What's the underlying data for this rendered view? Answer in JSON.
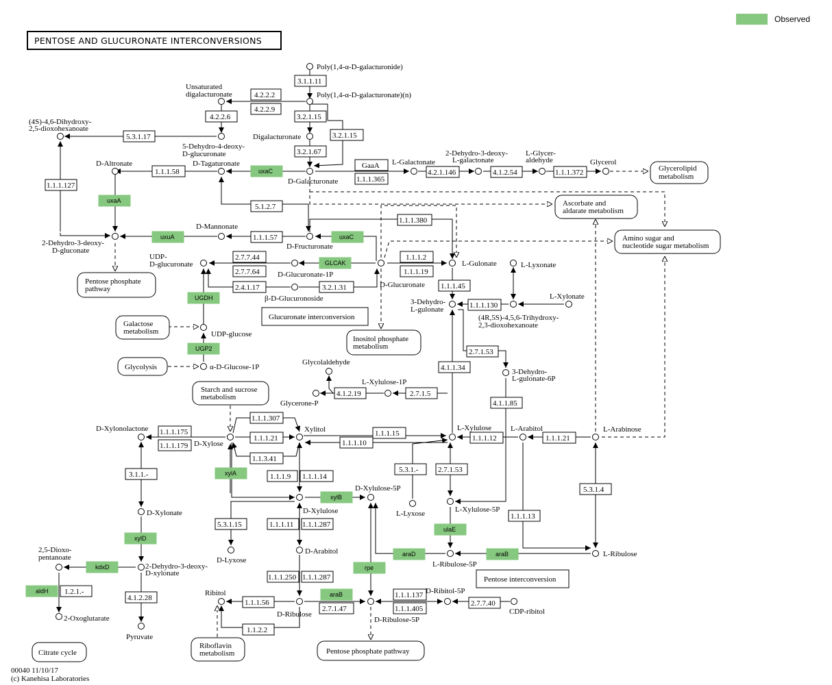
{
  "title": "PENTOSE AND GLUCURONATE INTERCONVERSIONS",
  "legend": {
    "label": "Observed",
    "color": "#86c87f"
  },
  "footer": {
    "id": "00040 11/10/17",
    "copyright": "(c) Kanehisa Laboratories"
  },
  "compounds": {
    "poly_gal": "Poly(1,4-α-D-galacturonide)",
    "poly_gal_n": "Poly(1,4-α-D-galacturonate)(n)",
    "unsat_1": "Unsaturated",
    "unsat_2": "digalacturonate",
    "digalact": "Digalacturonate",
    "dihydroxy_1": "(4S)-4,6-Dihydroxy-",
    "dihydroxy_2": "2,5-dioxohexanoate",
    "dehydro_deoxy_gluc_1": "5-Dehydro-4-deoxy-",
    "dehydro_deoxy_gluc_2": "D-glucuronate",
    "d_altronate": "D-Altronate",
    "d_tagaturonate": "D-Tagaturonate",
    "d_galacturonate": "D-Galacturonate",
    "l_galactonate": "L-Galactonate",
    "dh_deoxy_lgal_1": "2-Dehydro-3-deoxy-",
    "dh_deoxy_lgal_2": "L-galactonate",
    "l_glycer_1": "L-Glycer-",
    "l_glycer_2": "aldehyde",
    "glycerol": "Glycerol",
    "d_mannonate": "D-Mannonate",
    "dh_deoxy_dgluc_1": "2-Dehydro-3-deoxy-",
    "dh_deoxy_dgluc_2": "D-gluconate",
    "d_fructuronate": "D-Fructuronate",
    "udp_gluc_1": "UDP-",
    "udp_gluc_2": "D-glucuronate",
    "d_glucuronate_1p": "D-Glucuronate-1P",
    "b_d_glucuronoside": "β-D-Glucuronoside",
    "d_glucuronate": "D-Glucuronate",
    "l_gulonate": "L-Gulonate",
    "l_lyxonate": "L-Lyxonate",
    "l_xylonate": "L-Xylonate",
    "dh_lgul_1": "3-Dehydro-",
    "dh_lgul_2": "L-gulonate",
    "trihydroxy_1": "(4R,5S)-4,5,6-Trihydroxy-",
    "trihydroxy_2": "2,3-dioxohexanoate",
    "udp_glucose": "UDP-glucose",
    "a_d_glucose_1p": "α-D-Glucose-1P",
    "glycolaldehyde": "Glycolaldehyde",
    "l_xylulose_1p": "L-Xylulose-1P",
    "glycerone_p": "Glycerone-P",
    "dh_lgul6p_1": "3-Dehydro-",
    "dh_lgul6p_2": "L-gulonate-6P",
    "d_xylonolactone": "D-Xylonolactone",
    "d_xylose": "D-Xylose",
    "xylitol": "Xylitol",
    "l_xylulose": "L-Xylulose",
    "l_arabitol": "L-Arabitol",
    "l_arabinose": "L-Arabinose",
    "d_xylonate": "D-Xylonate",
    "d_xylulose_5p": "D-Xylulose-5P",
    "d_xylulose": "D-Xylulose",
    "l_lyxose": "L-Lyxose",
    "l_xylulose_5p": "L-Xylulose-5P",
    "d_lyxose": "D-Lyxose",
    "d_arabitol": "D-Arabitol",
    "dioxo_1": "2,5-Dioxo-",
    "dioxo_2": "pentanoate",
    "dh_deoxy_dxyl_1": "2-Dehydro-3-deoxy-",
    "dh_deoxy_dxyl_2": "D-xylonate",
    "l_ribulose_5p": "L-Ribulose-5P",
    "l_ribulose": "L-Ribulose",
    "two_oxoglutarate": "2-Oxoglutarate",
    "pyruvate": "Pyruvate",
    "ribitol": "Ribitol",
    "d_ribulose": "D-Ribulose",
    "d_ribitol_5p": "D-Ribitol-5P",
    "cdp_ribitol": "CDP-ribitol",
    "d_ribulose_5p": "D-Ribulose-5P"
  },
  "enzymes": {
    "e3_1_1_11": "3.1.1.11",
    "e4_2_2_2": "4.2.2.2",
    "e4_2_2_9": "4.2.2.9",
    "e4_2_2_6": "4.2.2.6",
    "e3_2_1_15a": "3.2.1.15",
    "e3_2_1_15b": "3.2.1.15",
    "e3_2_1_67": "3.2.1.67",
    "e5_3_1_17": "5.3.1.17",
    "e1_1_1_58": "1.1.1.58",
    "e1_1_1_127": "1.1.1.127",
    "gaaa": "GaaA",
    "e1_1_1_365": "1.1.1.365",
    "e4_2_1_146": "4.2.1.146",
    "e4_1_2_54": "4.1.2.54",
    "e1_1_1_372": "1.1.1.372",
    "e5_1_2_7": "5.1.2.7",
    "e1_1_1_57": "1.1.1.57",
    "e1_1_1_380": "1.1.1.380",
    "e2_7_7_44": "2.7.7.44",
    "e2_7_7_64": "2.7.7.64",
    "e2_4_1_17": "2.4.1.17",
    "e3_2_1_31": "3.2.1.31",
    "e1_1_1_2": "1.1.1.2",
    "e1_1_1_19": "1.1.1.19",
    "e1_1_1_45": "1.1.1.45",
    "e1_1_1_130": "1.1.1.130",
    "e2_7_1_53a": "2.7.1.53",
    "e4_1_1_34": "4.1.1.34",
    "e4_1_1_85": "4.1.1.85",
    "e4_1_2_19": "4.1.2.19",
    "e2_7_1_5": "2.7.1.5",
    "e1_1_1_307": "1.1.1.307",
    "e1_1_1_175": "1.1.1.175",
    "e1_1_1_179": "1.1.1.179",
    "e1_1_1_21a": "1.1.1.21",
    "e1_1_3_41": "1.1.3.41",
    "e1_1_1_15": "1.1.1.15",
    "e1_1_1_10": "1.1.1.10",
    "e1_1_1_12": "1.1.1.12",
    "e1_1_1_21b": "1.1.1.21",
    "e3_1_1_x": "3.1.1.-",
    "e1_1_1_9": "1.1.1.9",
    "e1_1_1_14": "1.1.1.14",
    "e5_3_1_x": "5.3.1.-",
    "e2_7_1_53b": "2.7.1.53",
    "e5_3_1_4": "5.3.1.4",
    "e5_3_1_15": "5.3.1.15",
    "e1_1_1_11": "1.1.1.11",
    "e1_1_1_287a": "1.1.1.287",
    "e1_1_1_13": "1.1.1.13",
    "e1_2_1_x": "1.2.1.-",
    "e4_1_2_28": "4.1.2.28",
    "e1_1_1_250": "1.1.1.250",
    "e1_1_1_287b": "1.1.1.287",
    "e1_1_1_56": "1.1.1.56",
    "e1_1_2_2": "1.1.2.2",
    "e2_7_1_47": "2.7.1.47",
    "e1_1_1_137": "1.1.1.137",
    "e1_1_1_405": "1.1.1.405",
    "e2_7_7_40": "2.7.7.40"
  },
  "genes": {
    "uxaC_top": "uxaC",
    "uxaA": "uxaA",
    "uxuA": "uxuA",
    "uxaC_mid": "uxaC",
    "GLCAK": "GLCAK",
    "UGDH": "UGDH",
    "UGP2": "UGP2",
    "xylA": "xylA",
    "xylB": "xylB",
    "xylD": "xylD",
    "kdxD": "kdxD",
    "aldH": "aldH",
    "ulaE": "ulaE",
    "araD": "araD",
    "araB_right": "araB",
    "rpe": "rpe",
    "araB_bottom": "araB"
  },
  "maps": {
    "glycerolipid_1": "Glycerolipid",
    "glycerolipid_2": "metabolism",
    "ascorbate_1": "Ascorbate and",
    "ascorbate_2": "aldarate metabolism",
    "aminosugar_1": "Amino sugar and",
    "aminosugar_2": "nucleotide sugar metabolism",
    "pentose_phos_1": "Pentose phosphate",
    "pentose_phos_2": "pathway",
    "glucuronate_interconv": "Glucuronate interconversion",
    "galactose_1": "Galactose",
    "galactose_2": "metabolism",
    "inositol_1": "Inositol phosphate",
    "inositol_2": "metabolism",
    "glycolysis": "Glycolysis",
    "starch_1": "Starch and sucrose",
    "starch_2": "metabolism",
    "pentose_interconv": "Pentose interconversion",
    "citrate": "Citrate cycle",
    "riboflavin_1": "Riboflavin",
    "riboflavin_2": "metabolism",
    "pentose_phos_bottom": "Pentose phosphate pathway"
  }
}
